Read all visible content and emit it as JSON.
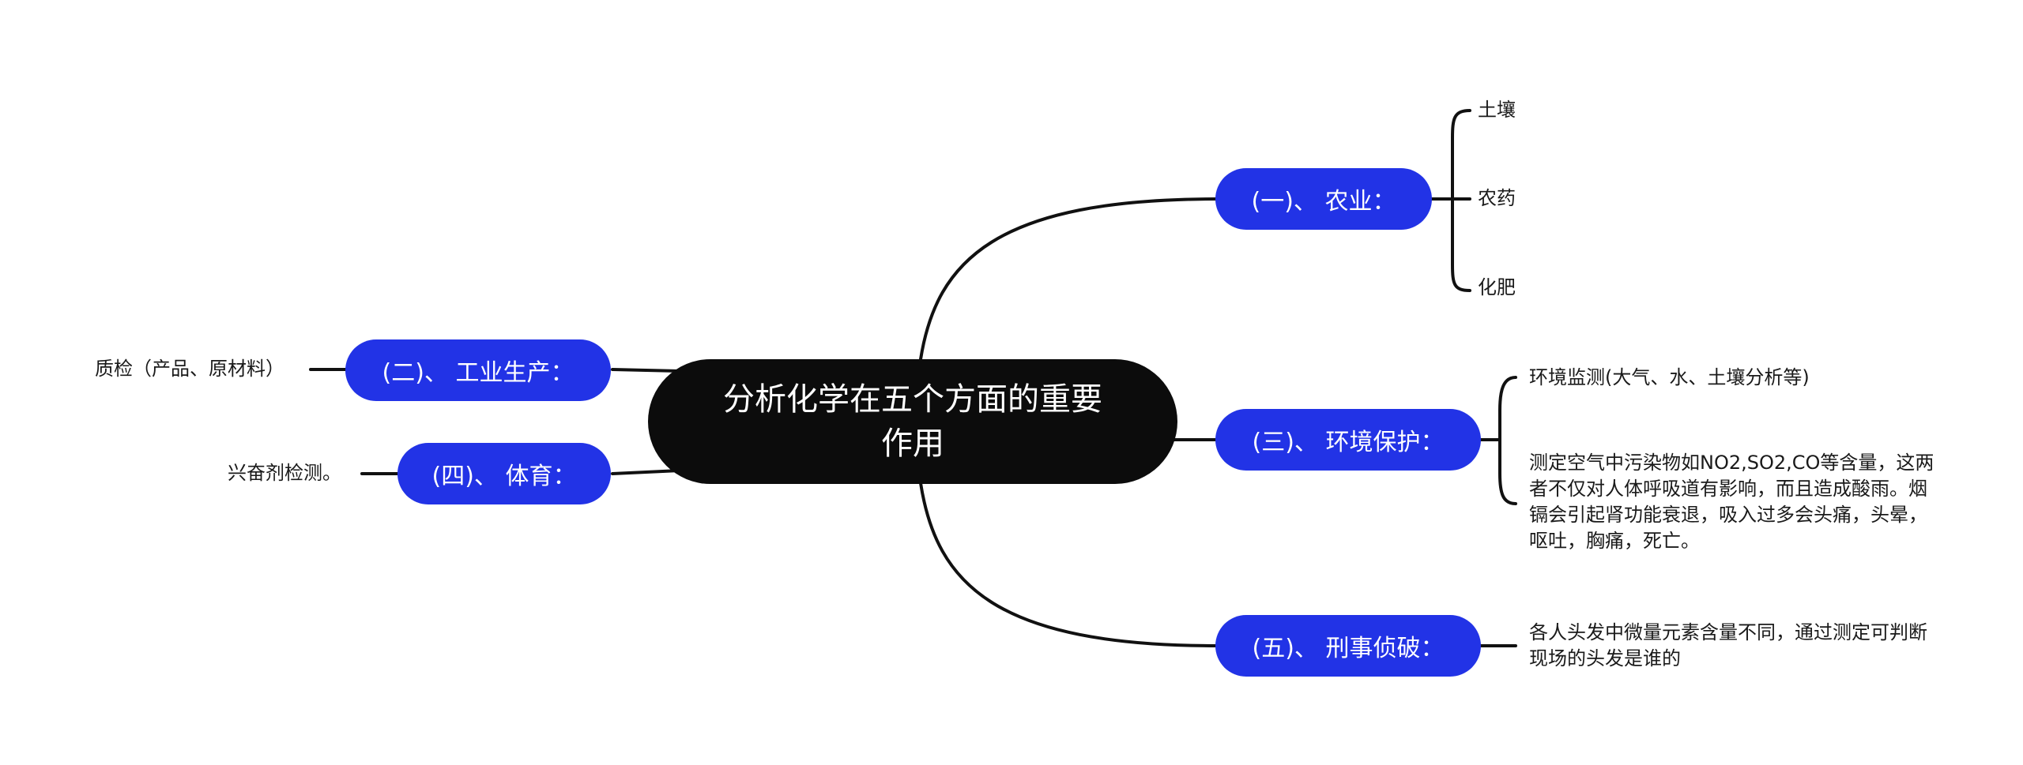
{
  "colors": {
    "root_bg": "#0c0c0c",
    "branch_bg": "#2233e6",
    "line": "#111111",
    "leaf_text": "#1a1a1a"
  },
  "root": {
    "label": "分析化学在五个方面的重要作用"
  },
  "branches": {
    "agriculture": {
      "label": "(一)、 农业：",
      "items": [
        "土壤",
        "农药",
        "化肥"
      ]
    },
    "industry": {
      "label": "(二)、 工业生产：",
      "items": [
        "质检（产品、原材料）"
      ]
    },
    "environment": {
      "label": "(三)、 环境保护：",
      "items": [
        "环境监测(大气、水、土壤分析等)",
        "测定空气中污染物如NO2,SO2,CO等含量，这两者不仅对人体呼吸道有影响，而且造成酸雨。烟镉会引起肾功能衰退，吸入过多会头痛，头晕，呕吐，胸痛，死亡。"
      ]
    },
    "sports": {
      "label": "(四)、 体育：",
      "items": [
        "兴奋剂检测。"
      ]
    },
    "forensics": {
      "label": "(五)、 刑事侦破：",
      "items": [
        "各人头发中微量元素含量不同，通过测定可判断现场的头发是谁的"
      ]
    }
  }
}
